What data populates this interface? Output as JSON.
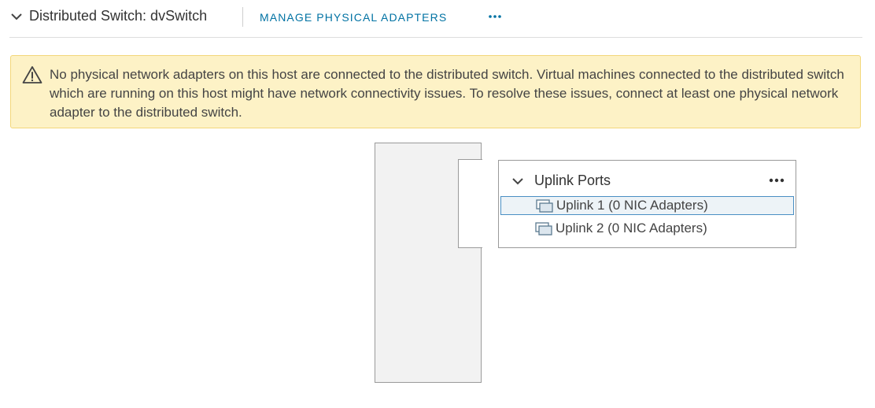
{
  "header": {
    "title": "Distributed Switch: dvSwitch",
    "manage_label": "MANAGE PHYSICAL ADAPTERS",
    "more_label": "•••"
  },
  "warning": {
    "text": "No physical network adapters on this host are connected to the distributed switch. Virtual machines connected to the distributed switch which are running on this host might have network connectivity issues. To resolve these issues, connect at least one physical network adapter to the distributed switch."
  },
  "uplink_panel": {
    "title": "Uplink Ports",
    "items": [
      {
        "label": "Uplink 1 (0 NIC Adapters)",
        "selected": true
      },
      {
        "label": "Uplink 2 (0 NIC Adapters)",
        "selected": false
      }
    ]
  },
  "colors": {
    "link": "#0072a3",
    "warning_bg": "#fdf2c6",
    "warning_border": "#f3d77a",
    "selected_border": "#4a8fc4"
  },
  "icons": [
    "chevron-down-icon",
    "ellipsis-icon",
    "warning-triangle-icon",
    "uplink-port-icon"
  ]
}
